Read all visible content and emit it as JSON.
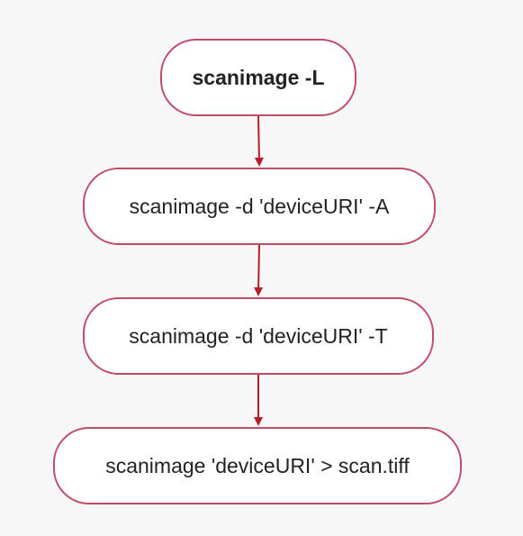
{
  "colors": {
    "background": "#f7f7f7",
    "node_fill": "#ffffff",
    "node_border": "#c24b66",
    "arrow": "#b81c25",
    "text": "#222222"
  },
  "flow": {
    "nodes": [
      {
        "label": "scanimage -L",
        "bold": true
      },
      {
        "label": "scanimage -d 'deviceURI' -A",
        "bold": false
      },
      {
        "label": "scanimage -d 'deviceURI' -T",
        "bold": false
      },
      {
        "label": "scanimage 'deviceURI' > scan.tiff",
        "bold": false
      }
    ],
    "edges": [
      {
        "from": 0,
        "to": 1
      },
      {
        "from": 1,
        "to": 2
      },
      {
        "from": 2,
        "to": 3
      }
    ]
  }
}
